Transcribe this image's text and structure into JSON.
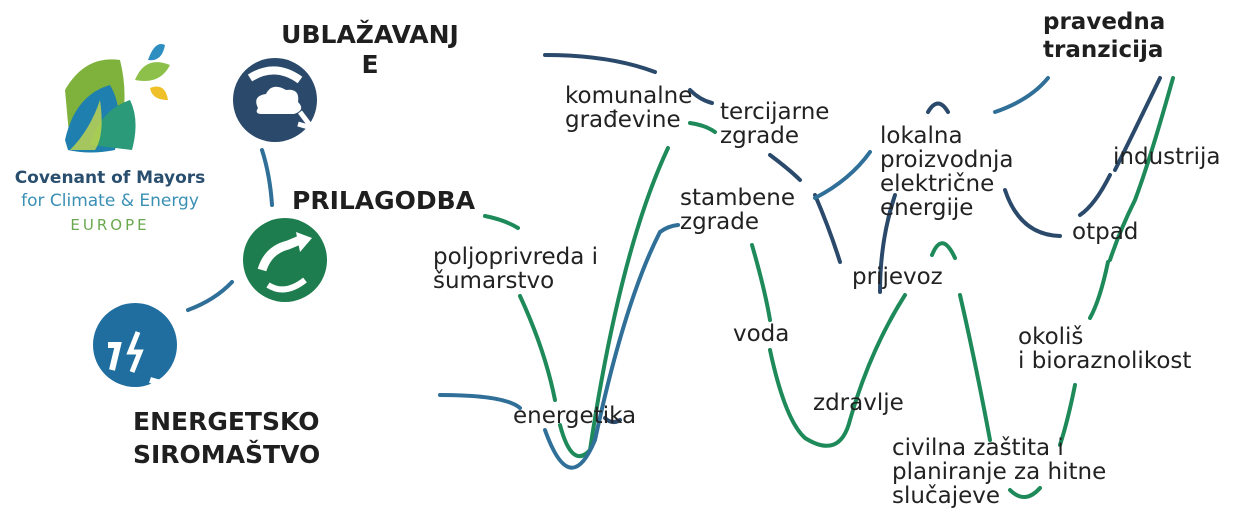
{
  "logo": {
    "line1": "Covenant of Mayors",
    "line2": "for Climate & Energy",
    "line3": "EUROPE"
  },
  "pillars": {
    "mitigation": "UBLAŽAVANJ\nE",
    "adaptation": "PRILAGODBA",
    "poverty": "ENERGETSKO\nSIROMAŠTVO"
  },
  "sectors": {
    "just_transition": "pravedna\ntranzicija",
    "municipal_buildings": "komunalne\ngrađevine",
    "tertiary_buildings": "tercijarne\nzgrade",
    "local_production": "lokalna\nproizvodnja\nelektrične\nenergije",
    "industry": "industrija",
    "residential": "stambene\nzgrade",
    "agriculture": "poljoprivreda i\nšumarstvo",
    "waste": "otpad",
    "transport": "prijevoz",
    "water": "voda",
    "environment": "okoliš\ni bioraznolikost",
    "health": "zdravlje",
    "energy": "energetika",
    "civil_protection": "civilna zaštita i\nplaniranje za hitne\nslučajeve"
  },
  "colors": {
    "navy": "#2b4a6b",
    "green": "#1e8a5a",
    "blue_line": "#2f6f98",
    "logo_navy": "#2a4e6e",
    "logo_teal": "#3a8fb5",
    "logo_green": "#6aa84f"
  }
}
